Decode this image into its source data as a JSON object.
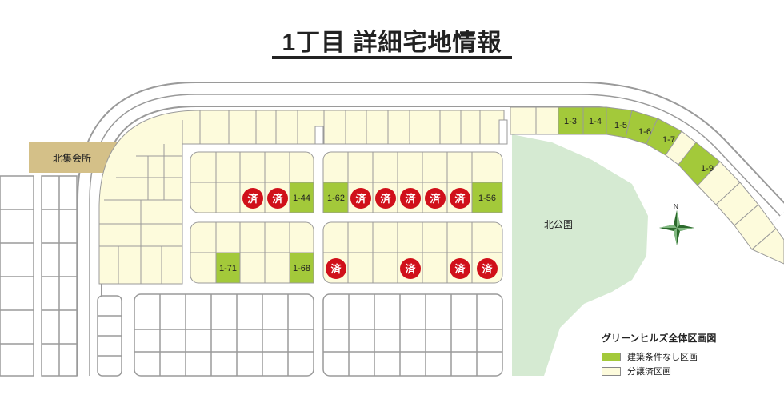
{
  "title": "1丁目 詳細宅地情報",
  "community_center": "北集会所",
  "park": "北公園",
  "compass": "N",
  "sold_mark": "済",
  "legend": {
    "title": "グリーンヒルズ全体区画図",
    "items": [
      {
        "label": "建築条件なし区画",
        "color": "#a3c93a"
      },
      {
        "label": "分譲済区画",
        "color": "#fdfbdc"
      }
    ]
  },
  "colors": {
    "lot": "#fdfbdc",
    "green_lot": "#a3c93a",
    "park": "#d5ead2",
    "road_outline": "#9a9a9a",
    "road": "#ffffff",
    "sold": "#d0101a",
    "community": "#d4c088"
  },
  "labels": {
    "top_arc": [
      "1-3",
      "1-4",
      "1-5",
      "1-6",
      "1-7",
      "1-9"
    ],
    "block_a_top": [
      "1-44",
      "1-62",
      "1-56"
    ],
    "block_a_bottom": [
      "1-71",
      "1-68"
    ]
  }
}
